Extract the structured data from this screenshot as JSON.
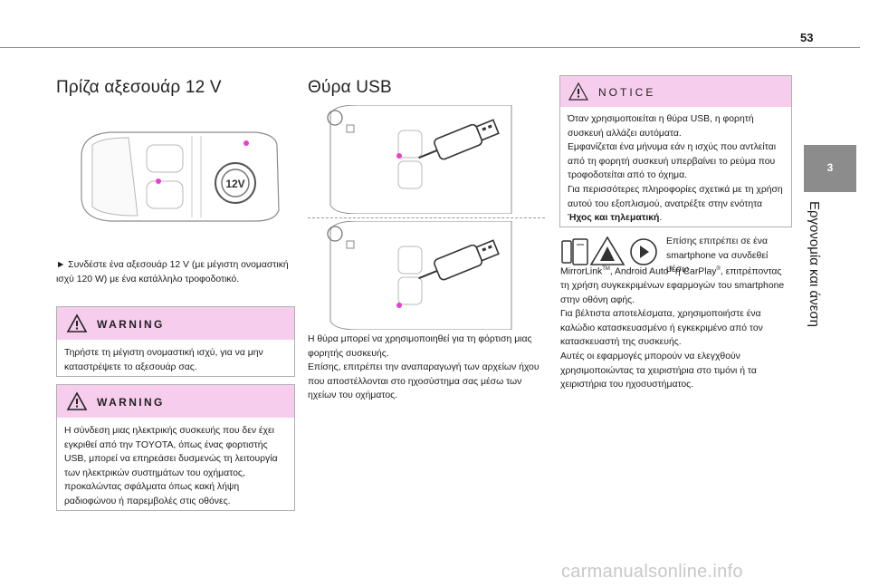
{
  "page": {
    "number": "53"
  },
  "side_tab": {
    "number": "3",
    "title": "Εργονομία και άνεση"
  },
  "socket_section": {
    "title": "Πρίζα αξεσουάρ 12 V",
    "socket_label": "12V",
    "instruction": "►  Συνδέστε ένα αξεσουάρ 12 V (με μέγιστη ονομαστική ισχύ 120 W) με ένα κατάλληλο τροφοδοτικό."
  },
  "warning_1": {
    "label": "WARNING",
    "text": "Τηρήστε τη μέγιστη ονομαστική ισχύ, για να μην καταστρέψετε το αξεσουάρ σας."
  },
  "warning_2": {
    "label": "WARNING",
    "text": "Η σύνδεση μιας ηλεκτρικής συσκευής που δεν έχει εγκριθεί από την TOYOTA, όπως ένας φορτιστής USB, μπορεί να επηρεάσει δυσμενώς τη λειτουργία των ηλεκτρικών συστημάτων του οχήματος, προκαλώντας σφάλματα όπως κακή λήψη ραδιοφώνου ή παρεμβολές στις οθόνες."
  },
  "usb_section": {
    "title": "Θύρα USB",
    "text": "Η θύρα μπορεί να χρησιμοποιηθεί για τη φόρτιση μιας φορητής συσκευής.\nΕπίσης, επιτρέπει την αναπαραγωγή των αρχείων ήχου που αποστέλλονται στο ηχοσύστημα σας μέσω των ηχείων του οχήματος."
  },
  "notice": {
    "label": "NOTICE",
    "text": "Όταν χρησιμοποιείται η θύρα USB, η φορητή συσκευή αλλάζει αυτόματα.\nΕμφανίζεται ένα μήνυμα εάν η ισχύς που αντλείται από τη φορητή συσκευή υπερβαίνει το ρεύμα που τροφοδοτείται από το όχημα.\nΓια περισσότερες πληροφορίες σχετικά με τη χρήση αυτού του εξοπλισμού, ανατρέξτε στην ενότητα ",
    "link": "Ήχος και τηλεματική",
    "end": "."
  },
  "mirror": {
    "text_first": "Επίσης επιτρέπει σε ένα smartphone να συνδεθεί μέσω",
    "text_brand_1": "MirrorLink",
    "tm": "TM",
    "text_brand_2": ", Android Auto",
    "reg1": "®",
    "text_brand_3": " ή CarPlay",
    "reg2": "®",
    "text_brand_4": ", επιτρέποντας τη χρήση συγκεκριμένων εφαρμογών του smartphone στην οθόνη αφής.\nΓια βέλτιστα αποτελέσματα, χρησιμοποιήστε ένα καλώδιο κατασκευασμένο ή εγκεκριμένο από τον κατασκευαστή της συσκευής.\nΑυτές οι εφαρμογές μπορούν να ελεγχθούν χρησιμοποιώντας τα χειριστήρια στο τιμόνι ή τα χειριστήρια του ηχοσυστήματος.",
    "icons": [
      "mirrorlink-icon",
      "android-auto-icon",
      "carplay-icon"
    ]
  },
  "watermark": "carmanualsonline.info",
  "colors": {
    "alert_bg": "#f7cdee",
    "accent_pink": "#e83fd0",
    "tab_gray": "#8c8c8c"
  }
}
